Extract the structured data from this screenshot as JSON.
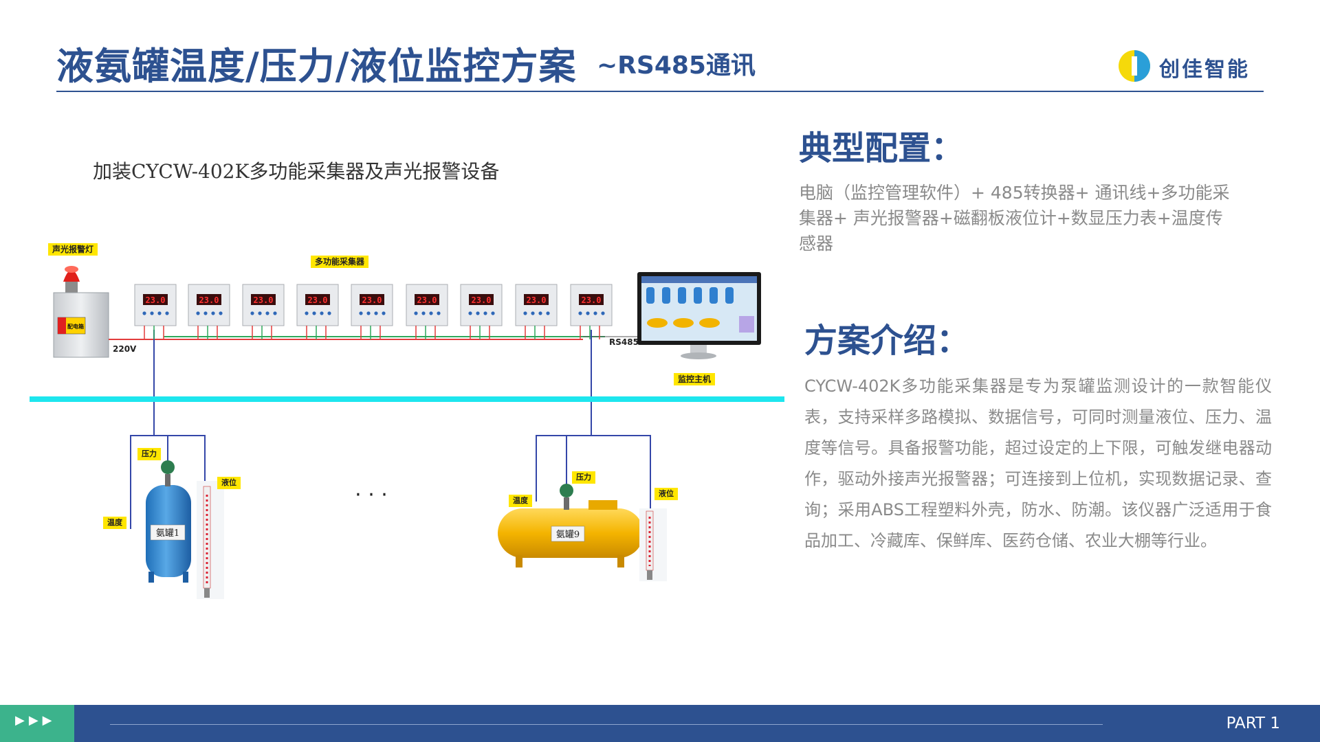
{
  "header": {
    "title": "液氨罐温度/压力/液位监控方案",
    "subtitle": "~RS485通讯",
    "logo_text": "创佳智能"
  },
  "diagram": {
    "caption": "加装CYCW-402K多功能采集器及声光报警设备",
    "labels": {
      "alarm_light": "声光报警灯",
      "collector": "多功能采集器",
      "monitor_host": "监控主机",
      "power": "220V",
      "bus": "RS485",
      "box_sign": "配电箱",
      "ellipsis": "· · ·"
    },
    "display_value": "23.0",
    "tank1": {
      "name": "氨罐1",
      "pressure": "压力",
      "level": "液位",
      "temperature": "温度"
    },
    "tank9": {
      "name": "氨罐9",
      "pressure": "压力",
      "level": "液位",
      "temperature": "温度"
    }
  },
  "config": {
    "title": "典型配置：",
    "body": "电脑（监控管理软件）+ 485转换器+ 通讯线+多功能采集器+ 声光报警器+磁翻板液位计+数显压力表+温度传感器"
  },
  "intro": {
    "title": "方案介绍：",
    "body": " CYCW-402K多功能采集器是专为泵罐监测设计的一款智能仪表，支持采样多路模拟、数据信号，可同时测量液位、压力、温度等信号。具备报警功能，超过设定的上下限，可触发继电器动作，驱动外接声光报警器；可连接到上位机，实现数据记录、查询；采用ABS工程塑料外壳，防水、防潮。该仪器广泛适用于食品加工、冷藏库、保鲜库、医药仓储、农业大棚等行业。"
  },
  "footer": {
    "part": "PART 1",
    "arrows": "▶▶▶"
  },
  "colors": {
    "primary": "#2d5190",
    "accent_green": "#3cb38c",
    "cyan_bus": "#1de6ee",
    "tag_yellow": "#ffe600"
  }
}
